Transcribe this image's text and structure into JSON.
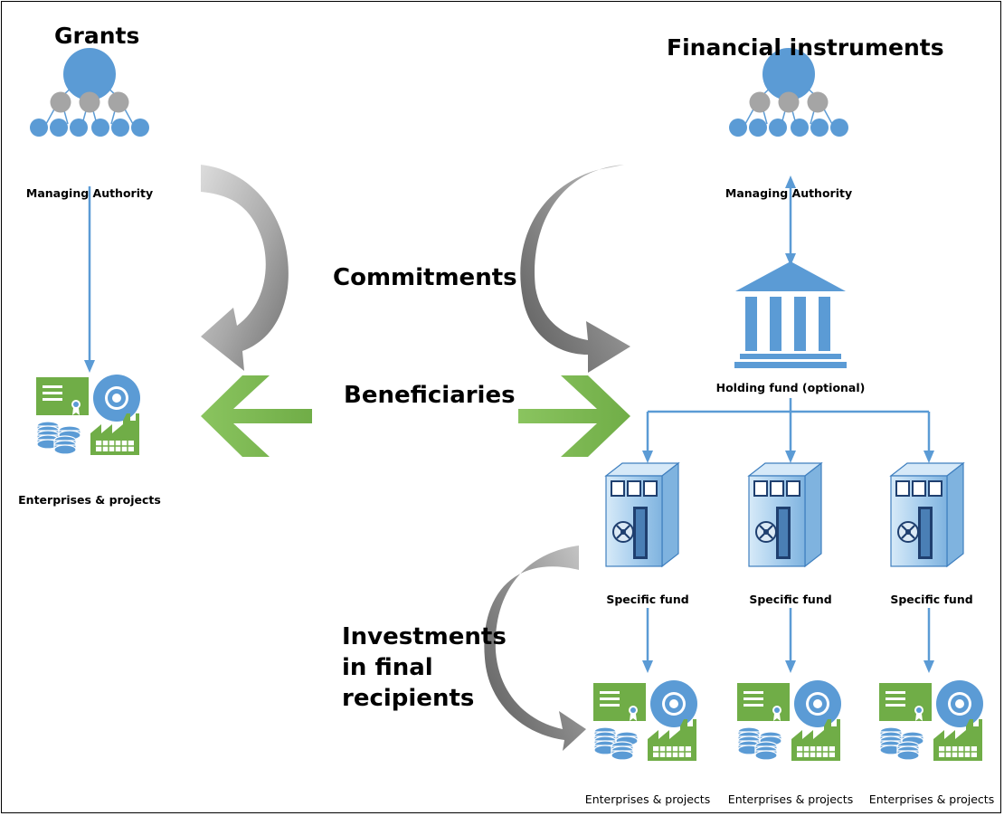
{
  "sections": {
    "grants": {
      "title": "Grants"
    },
    "financial_instruments": {
      "title": "Financial instruments"
    }
  },
  "labels": {
    "grants_managing_authority": "Managing Authority",
    "fi_managing_authority": "Managing Authority",
    "grants_enterprises": "Enterprises & projects",
    "holding_fund": "Holding fund (optional)",
    "specific_funds": [
      "Specific fund",
      "Specific fund",
      "Specific fund"
    ],
    "fi_enterprises": [
      "Enterprises & projects",
      "Enterprises & projects",
      "Enterprises & projects"
    ]
  },
  "flows": {
    "commitments": "Commitments",
    "beneficiaries": "Beneficiaries",
    "investments": "Investments in final recipients"
  },
  "colors": {
    "node_blue": "#5B9BD5",
    "node_gray": "#A5A5A5",
    "connector_blue": "#5B9BD5",
    "arrow_green": "#70AD47",
    "arrow_gray": "#8C8C8C",
    "icon_green": "#70AD47"
  },
  "icons": [
    "org-hierarchy-icon",
    "bank-building-icon",
    "vault-server-icon",
    "certificate-icon",
    "disc-icon",
    "coin-stack-icon",
    "factory-icon"
  ]
}
